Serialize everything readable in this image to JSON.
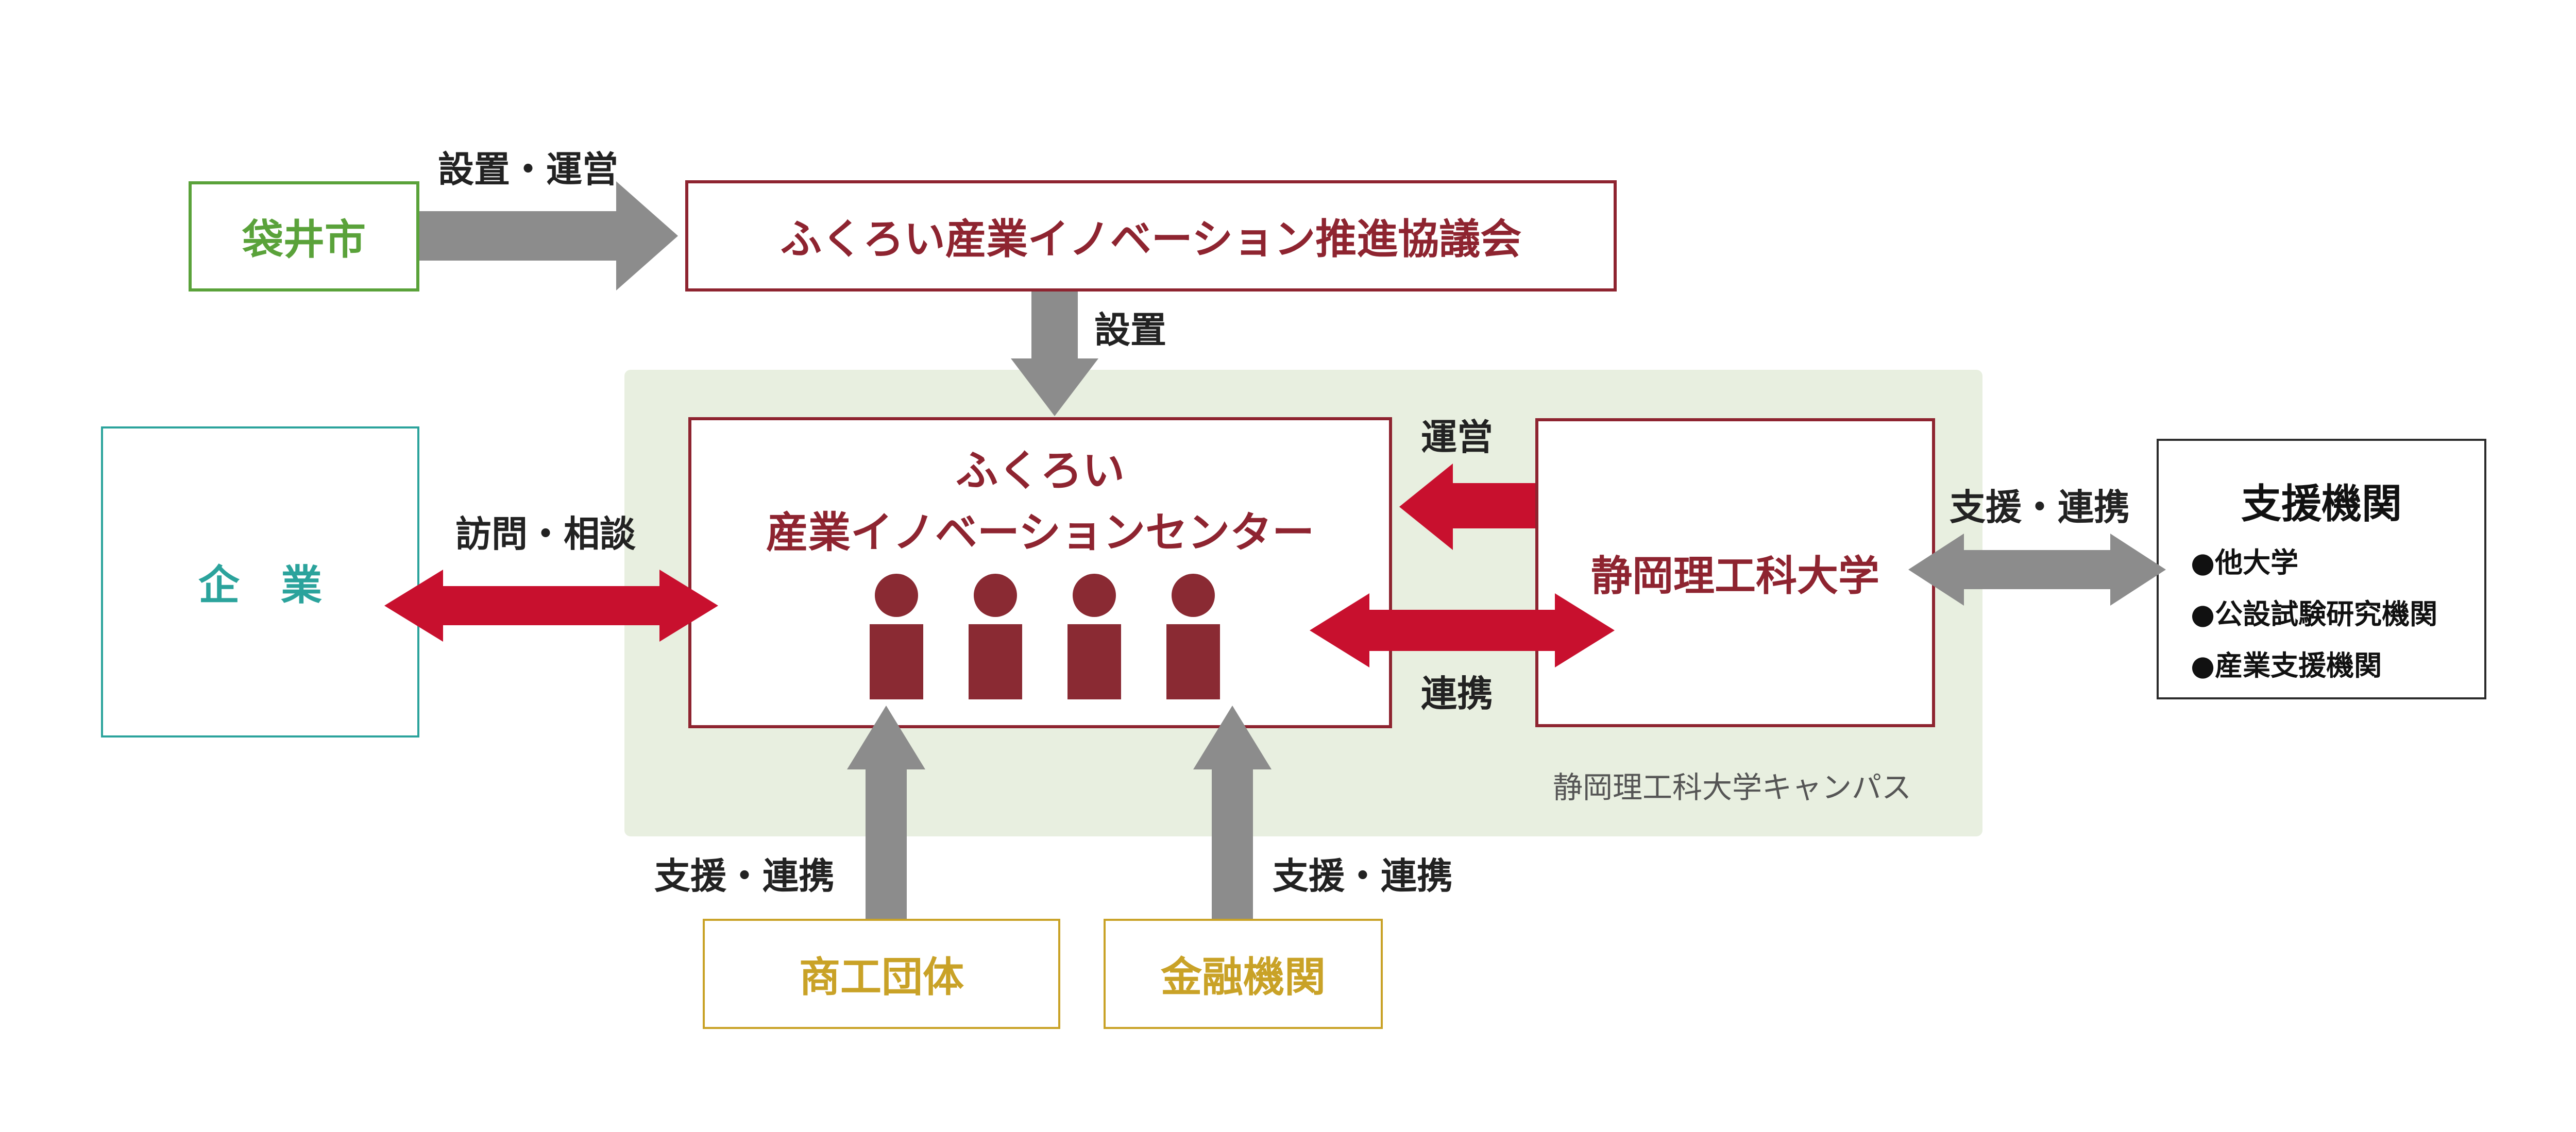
{
  "colors": {
    "green": "#5aa23a",
    "maroon": "#8e2430",
    "teal": "#2ba39c",
    "gold": "#c9a227",
    "red_arrow": "#c8102e",
    "gray_arrow": "#8c8c8c",
    "campus_bg": "#e8efe0"
  },
  "nodes": {
    "city": "袋井市",
    "council": "ふくろい産業イノベーション推進協議会",
    "company": "企　業",
    "center_line1": "ふくろい",
    "center_line2": "産業イノベーションセンター",
    "university": "静岡理工科大学",
    "commerce": "商工団体",
    "finance": "金融機関"
  },
  "support_org": {
    "title": "支援機関",
    "items": [
      "●他大学",
      "●公設試験研究機関",
      "●産業支援機関"
    ]
  },
  "campus_label": "静岡理工科大学キャンパス",
  "edge_labels": {
    "city_to_council": "設置・運営",
    "council_to_center": "設置",
    "university_to_center": "運営",
    "company_center": "訪問・相談",
    "center_university": "連携",
    "university_support": "支援・連携",
    "commerce_to_center": "支援・連携",
    "finance_to_center": "支援・連携"
  },
  "icons": [
    "person-icon",
    "person-icon",
    "person-icon",
    "person-icon"
  ]
}
